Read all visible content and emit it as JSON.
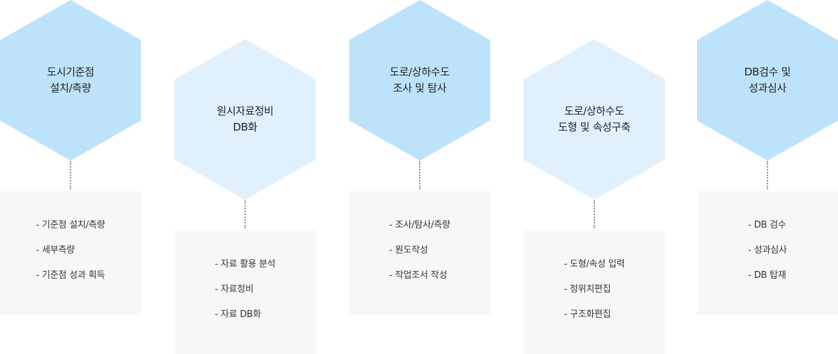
{
  "steps": [
    {
      "title_line1": "도시기준점",
      "title_line2": "설치/측량",
      "items": [
        "- 기준점 설치/측량",
        "- 세부측량",
        "- 기준점 성과 획득"
      ]
    },
    {
      "title_line1": "원시자료정비",
      "title_line2": "DB화",
      "items": [
        "- 자료 활용 분석",
        "- 자료정비",
        "- 자료 DB화"
      ]
    },
    {
      "title_line1": "도로/상하수도",
      "title_line2": "조사 및 탐사",
      "items": [
        "- 조사/탐사/측량",
        "- 원도작성",
        "- 작업조서 작성"
      ]
    },
    {
      "title_line1": "도로/상하수도",
      "title_line2": "도형 및 속성구축",
      "items": [
        "- 도형/속성 입력",
        "- 정위치편집",
        "- 구조화편집"
      ]
    },
    {
      "title_line1": "DB검수 및",
      "title_line2": "성과심사",
      "items": [
        "- DB 검수",
        "- 성과심사",
        "- DB 탑재"
      ]
    }
  ],
  "colors": {
    "hex_dark": "#bde3fb",
    "hex_light": "#e0f0fd",
    "box_bg": "#f7f7f7",
    "connector": "#8f8f8f"
  }
}
